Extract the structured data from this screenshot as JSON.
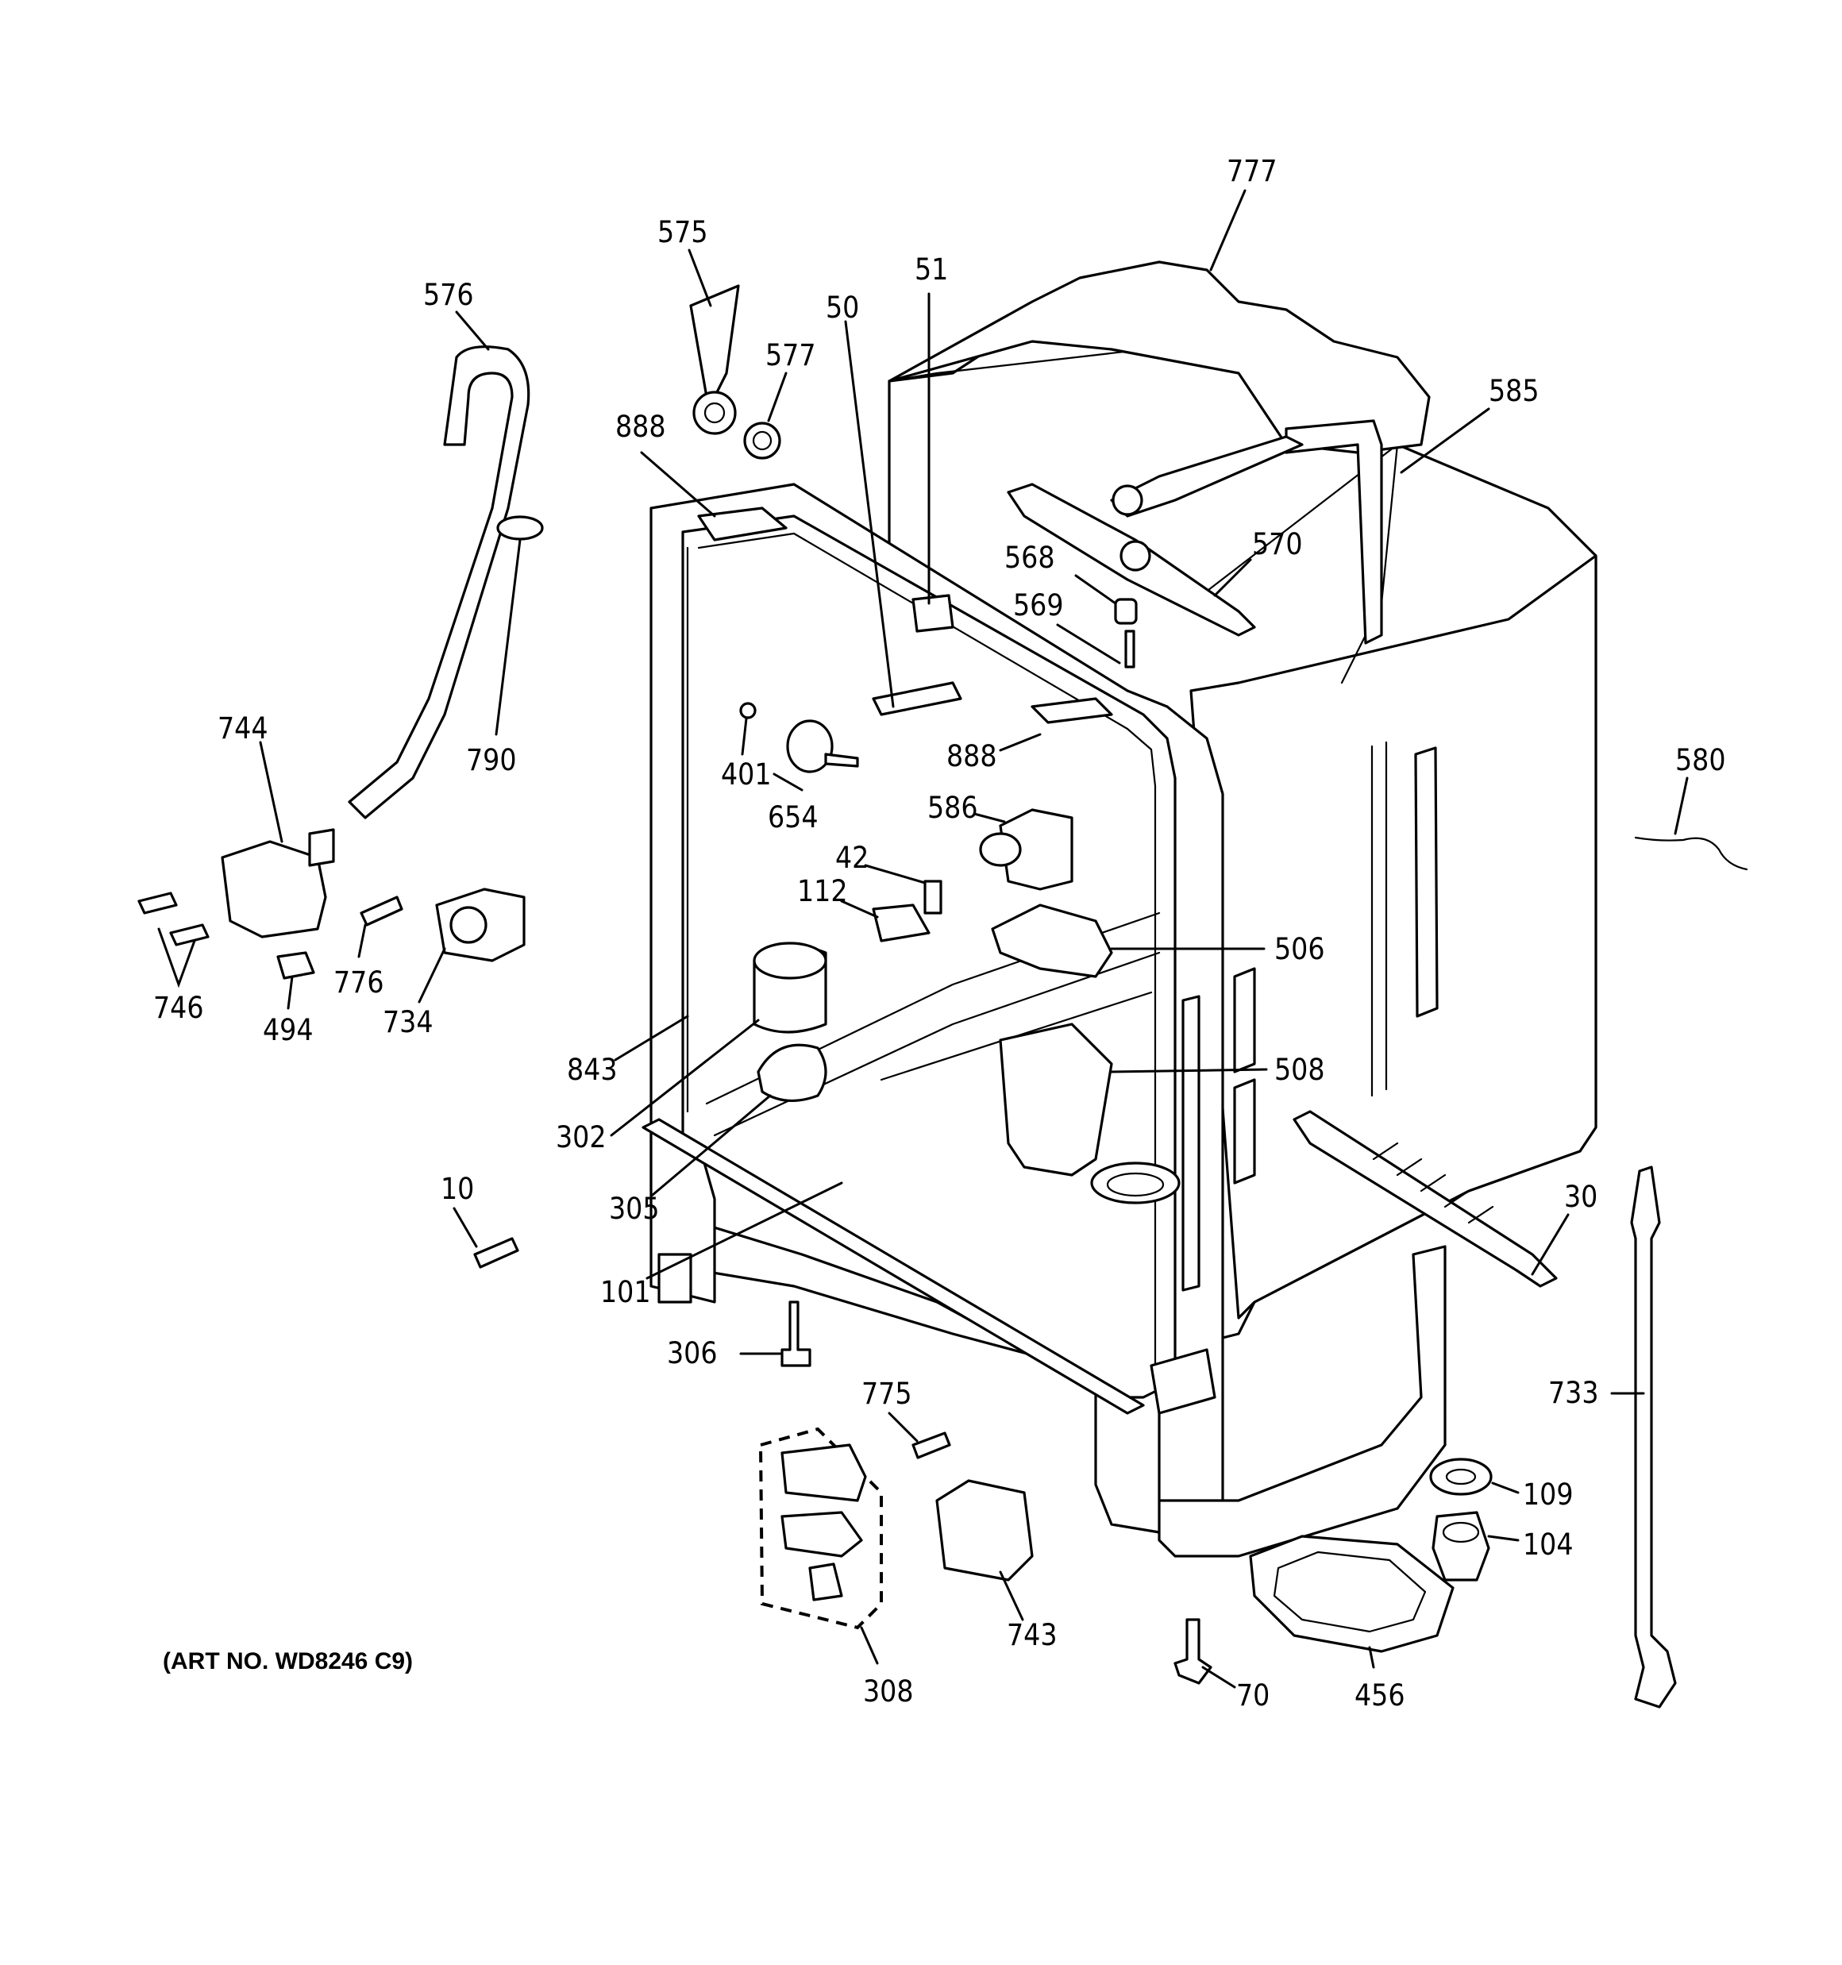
{
  "art_number": "(ART NO. WD8246 C9)",
  "callouts": [
    {
      "id": "777",
      "text": "777"
    },
    {
      "id": "575",
      "text": "575"
    },
    {
      "id": "51",
      "text": "51"
    },
    {
      "id": "576",
      "text": "576"
    },
    {
      "id": "50",
      "text": "50"
    },
    {
      "id": "577",
      "text": "577"
    },
    {
      "id": "585",
      "text": "585"
    },
    {
      "id": "888a",
      "text": "888"
    },
    {
      "id": "568",
      "text": "568"
    },
    {
      "id": "570",
      "text": "570"
    },
    {
      "id": "569",
      "text": "569"
    },
    {
      "id": "744",
      "text": "744"
    },
    {
      "id": "790",
      "text": "790"
    },
    {
      "id": "401",
      "text": "401"
    },
    {
      "id": "888b",
      "text": "888"
    },
    {
      "id": "580",
      "text": "580"
    },
    {
      "id": "654",
      "text": "654"
    },
    {
      "id": "586",
      "text": "586"
    },
    {
      "id": "42",
      "text": "42"
    },
    {
      "id": "112",
      "text": "112"
    },
    {
      "id": "506",
      "text": "506"
    },
    {
      "id": "746",
      "text": "746"
    },
    {
      "id": "776",
      "text": "776"
    },
    {
      "id": "734",
      "text": "734"
    },
    {
      "id": "494",
      "text": "494"
    },
    {
      "id": "843",
      "text": "843"
    },
    {
      "id": "508",
      "text": "508"
    },
    {
      "id": "302",
      "text": "302"
    },
    {
      "id": "10",
      "text": "10"
    },
    {
      "id": "305",
      "text": "305"
    },
    {
      "id": "30",
      "text": "30"
    },
    {
      "id": "101",
      "text": "101"
    },
    {
      "id": "306",
      "text": "306"
    },
    {
      "id": "775",
      "text": "775"
    },
    {
      "id": "733",
      "text": "733"
    },
    {
      "id": "109",
      "text": "109"
    },
    {
      "id": "104",
      "text": "104"
    },
    {
      "id": "743",
      "text": "743"
    },
    {
      "id": "308",
      "text": "308"
    },
    {
      "id": "70",
      "text": "70"
    },
    {
      "id": "456",
      "text": "456"
    }
  ]
}
